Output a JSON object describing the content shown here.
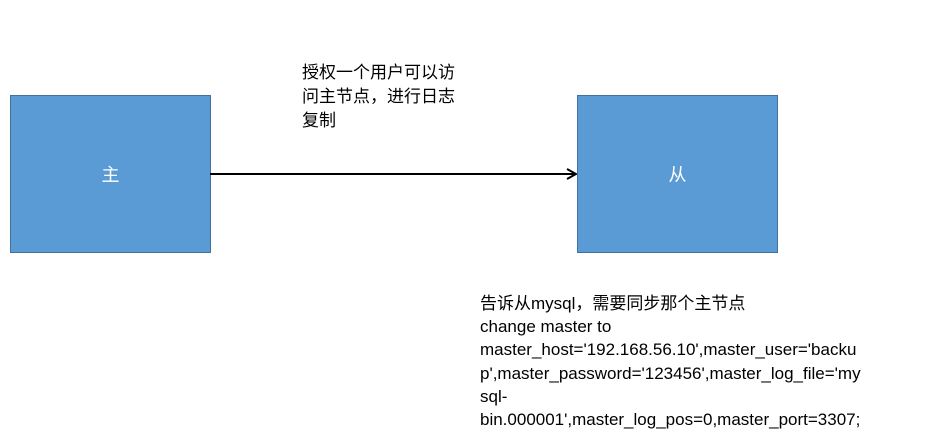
{
  "diagram": {
    "nodes": [
      {
        "id": "master",
        "label": "主",
        "color": "#5b9bd5"
      },
      {
        "id": "slave",
        "label": "从",
        "color": "#5b9bd5"
      }
    ],
    "edge": {
      "from": "master",
      "to": "slave",
      "color": "#000000"
    },
    "top_annotation": {
      "lines": [
        "授权一个用户可以访",
        "问主节点，进行日志",
        "复制"
      ]
    },
    "bottom_annotation": {
      "lines": [
        "告诉从mysql，需要同步那个主节点",
        "change master to",
        "master_host='192.168.56.10',master_user='backu",
        "p',master_password='123456',master_log_file='my",
        "sql-",
        "bin.000001',master_log_pos=0,master_port=3307;"
      ]
    }
  }
}
